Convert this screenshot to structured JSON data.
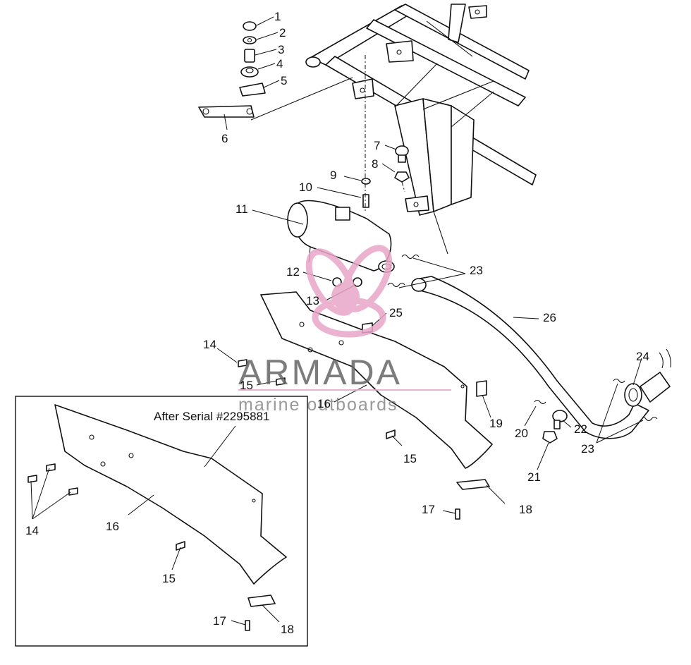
{
  "diagram": {
    "inset_title": "After Serial #2295881",
    "callouts": [
      {
        "id": "c1",
        "text": "1"
      },
      {
        "id": "c2",
        "text": "2"
      },
      {
        "id": "c3",
        "text": "3"
      },
      {
        "id": "c4",
        "text": "4"
      },
      {
        "id": "c5",
        "text": "5"
      },
      {
        "id": "c6",
        "text": "6"
      },
      {
        "id": "c7",
        "text": "7"
      },
      {
        "id": "c8",
        "text": "8"
      },
      {
        "id": "c9",
        "text": "9"
      },
      {
        "id": "c10",
        "text": "10"
      },
      {
        "id": "c11",
        "text": "11"
      },
      {
        "id": "c12",
        "text": "12"
      },
      {
        "id": "c13",
        "text": "13"
      },
      {
        "id": "c14",
        "text": "14"
      },
      {
        "id": "c15a",
        "text": "15"
      },
      {
        "id": "c16",
        "text": "16"
      },
      {
        "id": "c15b",
        "text": "15"
      },
      {
        "id": "c17",
        "text": "17"
      },
      {
        "id": "c18",
        "text": "18"
      },
      {
        "id": "c19",
        "text": "19"
      },
      {
        "id": "c20",
        "text": "20"
      },
      {
        "id": "c21",
        "text": "21"
      },
      {
        "id": "c22",
        "text": "22"
      },
      {
        "id": "c23a",
        "text": "23"
      },
      {
        "id": "c23b",
        "text": "23"
      },
      {
        "id": "c24",
        "text": "24"
      },
      {
        "id": "c25",
        "text": "25"
      },
      {
        "id": "c26",
        "text": "26"
      },
      {
        "id": "i14",
        "text": "14"
      },
      {
        "id": "i16",
        "text": "16"
      },
      {
        "id": "i15",
        "text": "15"
      },
      {
        "id": "i17",
        "text": "17"
      },
      {
        "id": "i18",
        "text": "18"
      }
    ]
  },
  "watermark": {
    "brand": "ARMADA",
    "tagline": "marine outboards",
    "logo_color": "#e8a6c8",
    "text_color": "#666666"
  }
}
